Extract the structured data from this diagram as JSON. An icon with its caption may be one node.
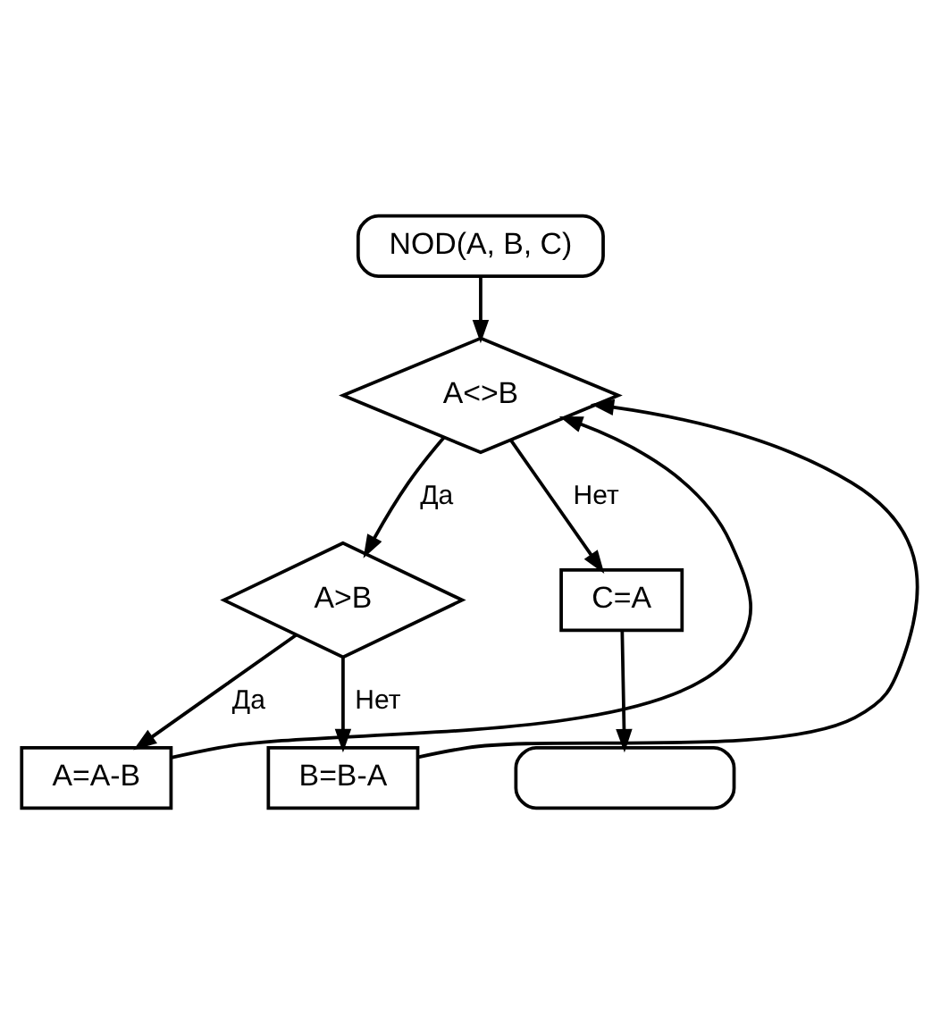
{
  "diagram": {
    "nodes": [
      {
        "text": [
          "NOD(A, B, C)"
        ]
      },
      {
        "text": [
          "A<>B"
        ]
      },
      {
        "text": [
          "A>B"
        ]
      },
      {
        "text": [
          "A=A-B"
        ]
      },
      {
        "text": [
          "B=B-A"
        ]
      },
      {
        "text": [
          "C=A"
        ]
      },
      {
        "text": [],
        "shape": "box"
      }
    ],
    "edges": [
      {
        "from": 0,
        "to": 1,
        "arrow": "to"
      },
      {
        "from": 1,
        "to": 2,
        "arrow": "to",
        "label": "Да"
      },
      {
        "from": 2,
        "to": 3,
        "arrow": "to",
        "label": "Да"
      },
      {
        "from": 2,
        "to": 4,
        "arrow": "to",
        "label": "Нет"
      },
      {
        "from": 3,
        "to": 1,
        "arrow": "to"
      },
      {
        "from": 4,
        "to": 1,
        "arrow": "to"
      },
      {
        "from": 1,
        "to": 5,
        "arrow": "to",
        "label": "Нет"
      },
      {
        "from": 5,
        "to": 6,
        "arrow": "to"
      }
    ]
  }
}
